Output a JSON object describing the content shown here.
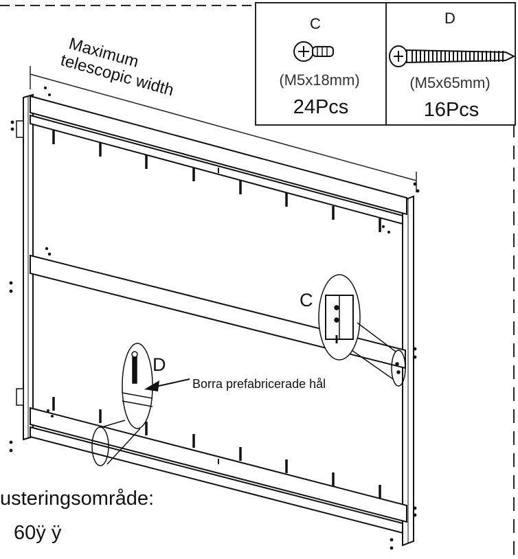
{
  "diagram": {
    "dimension_label_line1": "Maximum",
    "dimension_label_line2": "telescopic width",
    "callout_c_letter": "C",
    "callout_d_letter": "D",
    "callout_d_text": "Borra  prefabricerade hål",
    "adjustment_label": "usteringsområde:",
    "adjustment_value": "60ÿ  ÿ"
  },
  "parts": [
    {
      "letter": "C",
      "size": "(M5x18mm)",
      "quantity": "24Pcs"
    },
    {
      "letter": "D",
      "size": "(M5x65mm)",
      "quantity": "16Pcs"
    }
  ],
  "colors": {
    "line": "#1a1a1a",
    "frame_fill": "#ffffff",
    "background": "#ffffff"
  }
}
